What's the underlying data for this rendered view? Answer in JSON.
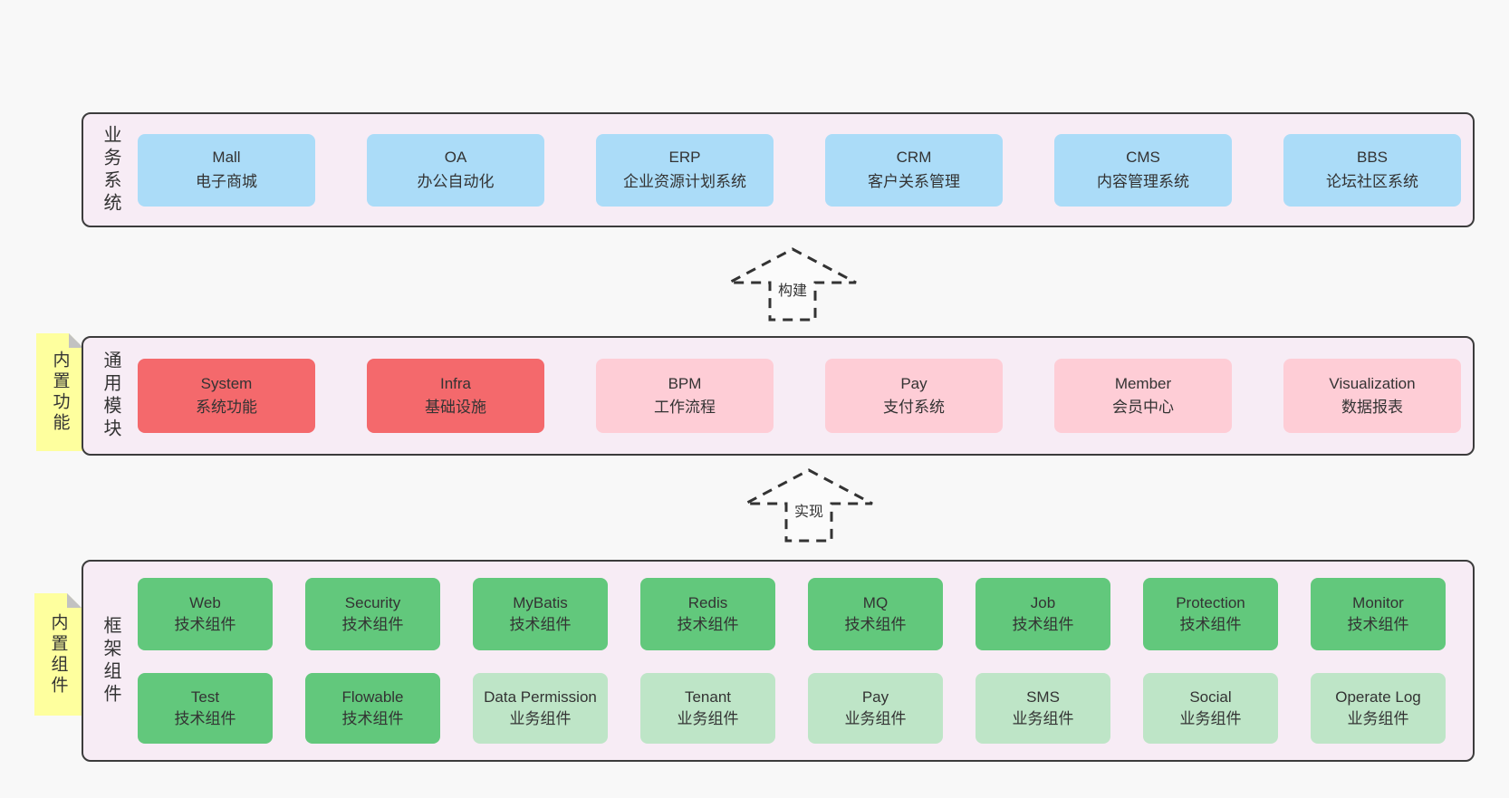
{
  "colors": {
    "page_bg": "#f8f8f8",
    "panel_bg": "#f7ecf5",
    "panel_border": "#3c3c3c",
    "box_blue": "#abdcf8",
    "box_red": "#f4696c",
    "box_pink": "#fecdd6",
    "box_green": "#62c87c",
    "box_light_green": "#bee5c7",
    "note_yellow": "#feff9e",
    "note_fold_gray": "#c2c2c2",
    "text": "#333333"
  },
  "arrows": [
    {
      "label": "构建"
    },
    {
      "label": "实现"
    }
  ],
  "layers": [
    {
      "label": "业务系统",
      "boxes": [
        {
          "title": "Mall",
          "subtitle": "电子商城",
          "variant": "blue"
        },
        {
          "title": "OA",
          "subtitle": "办公自动化",
          "variant": "blue"
        },
        {
          "title": "ERP",
          "subtitle": "企业资源计划系统",
          "variant": "blue"
        },
        {
          "title": "CRM",
          "subtitle": "客户关系管理",
          "variant": "blue"
        },
        {
          "title": "CMS",
          "subtitle": "内容管理系统",
          "variant": "blue"
        },
        {
          "title": "BBS",
          "subtitle": "论坛社区系统",
          "variant": "blue"
        }
      ]
    },
    {
      "label": "通用模块",
      "note": "内置功能",
      "boxes": [
        {
          "title": "System",
          "subtitle": "系统功能",
          "variant": "red"
        },
        {
          "title": "Infra",
          "subtitle": "基础设施",
          "variant": "red"
        },
        {
          "title": "BPM",
          "subtitle": "工作流程",
          "variant": "pink"
        },
        {
          "title": "Pay",
          "subtitle": "支付系统",
          "variant": "pink"
        },
        {
          "title": "Member",
          "subtitle": "会员中心",
          "variant": "pink"
        },
        {
          "title": "Visualization",
          "subtitle": "数据报表",
          "variant": "pink"
        }
      ]
    },
    {
      "label": "框架组件",
      "note": "内置组件",
      "rows": [
        [
          {
            "title": "Web",
            "subtitle": "技术组件",
            "variant": "green"
          },
          {
            "title": "Security",
            "subtitle": "技术组件",
            "variant": "green"
          },
          {
            "title": "MyBatis",
            "subtitle": "技术组件",
            "variant": "green"
          },
          {
            "title": "Redis",
            "subtitle": "技术组件",
            "variant": "green"
          },
          {
            "title": "MQ",
            "subtitle": "技术组件",
            "variant": "green"
          },
          {
            "title": "Job",
            "subtitle": "技术组件",
            "variant": "green"
          },
          {
            "title": "Protection",
            "subtitle": "技术组件",
            "variant": "green"
          },
          {
            "title": "Monitor",
            "subtitle": "技术组件",
            "variant": "green"
          }
        ],
        [
          {
            "title": "Test",
            "subtitle": "技术组件",
            "variant": "green"
          },
          {
            "title": "Flowable",
            "subtitle": "技术组件",
            "variant": "green"
          },
          {
            "title": "Data Permission",
            "subtitle": "业务组件",
            "variant": "lightgreen"
          },
          {
            "title": "Tenant",
            "subtitle": "业务组件",
            "variant": "lightgreen"
          },
          {
            "title": "Pay",
            "subtitle": "业务组件",
            "variant": "lightgreen"
          },
          {
            "title": "SMS",
            "subtitle": "业务组件",
            "variant": "lightgreen"
          },
          {
            "title": "Social",
            "subtitle": "业务组件",
            "variant": "lightgreen"
          },
          {
            "title": "Operate Log",
            "subtitle": "业务组件",
            "variant": "lightgreen"
          }
        ]
      ]
    }
  ]
}
